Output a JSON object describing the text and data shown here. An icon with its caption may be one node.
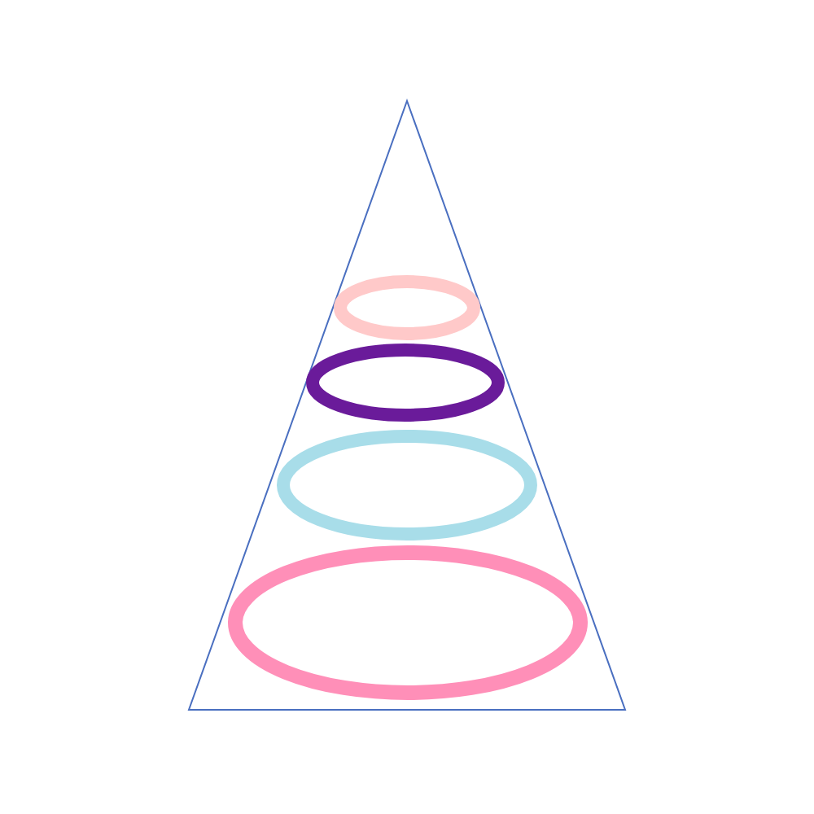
{
  "diagram": {
    "nodes": [
      {
        "text": [],
        "shape": "triangle"
      },
      {
        "text": [],
        "shape": "ellipse",
        "in": 0
      },
      {
        "text": [],
        "shape": "ellipse",
        "in": 0
      },
      {
        "text": [],
        "shape": "ellipse",
        "in": 0
      },
      {
        "text": [],
        "shape": "ellipse",
        "in": 0
      }
    ]
  }
}
